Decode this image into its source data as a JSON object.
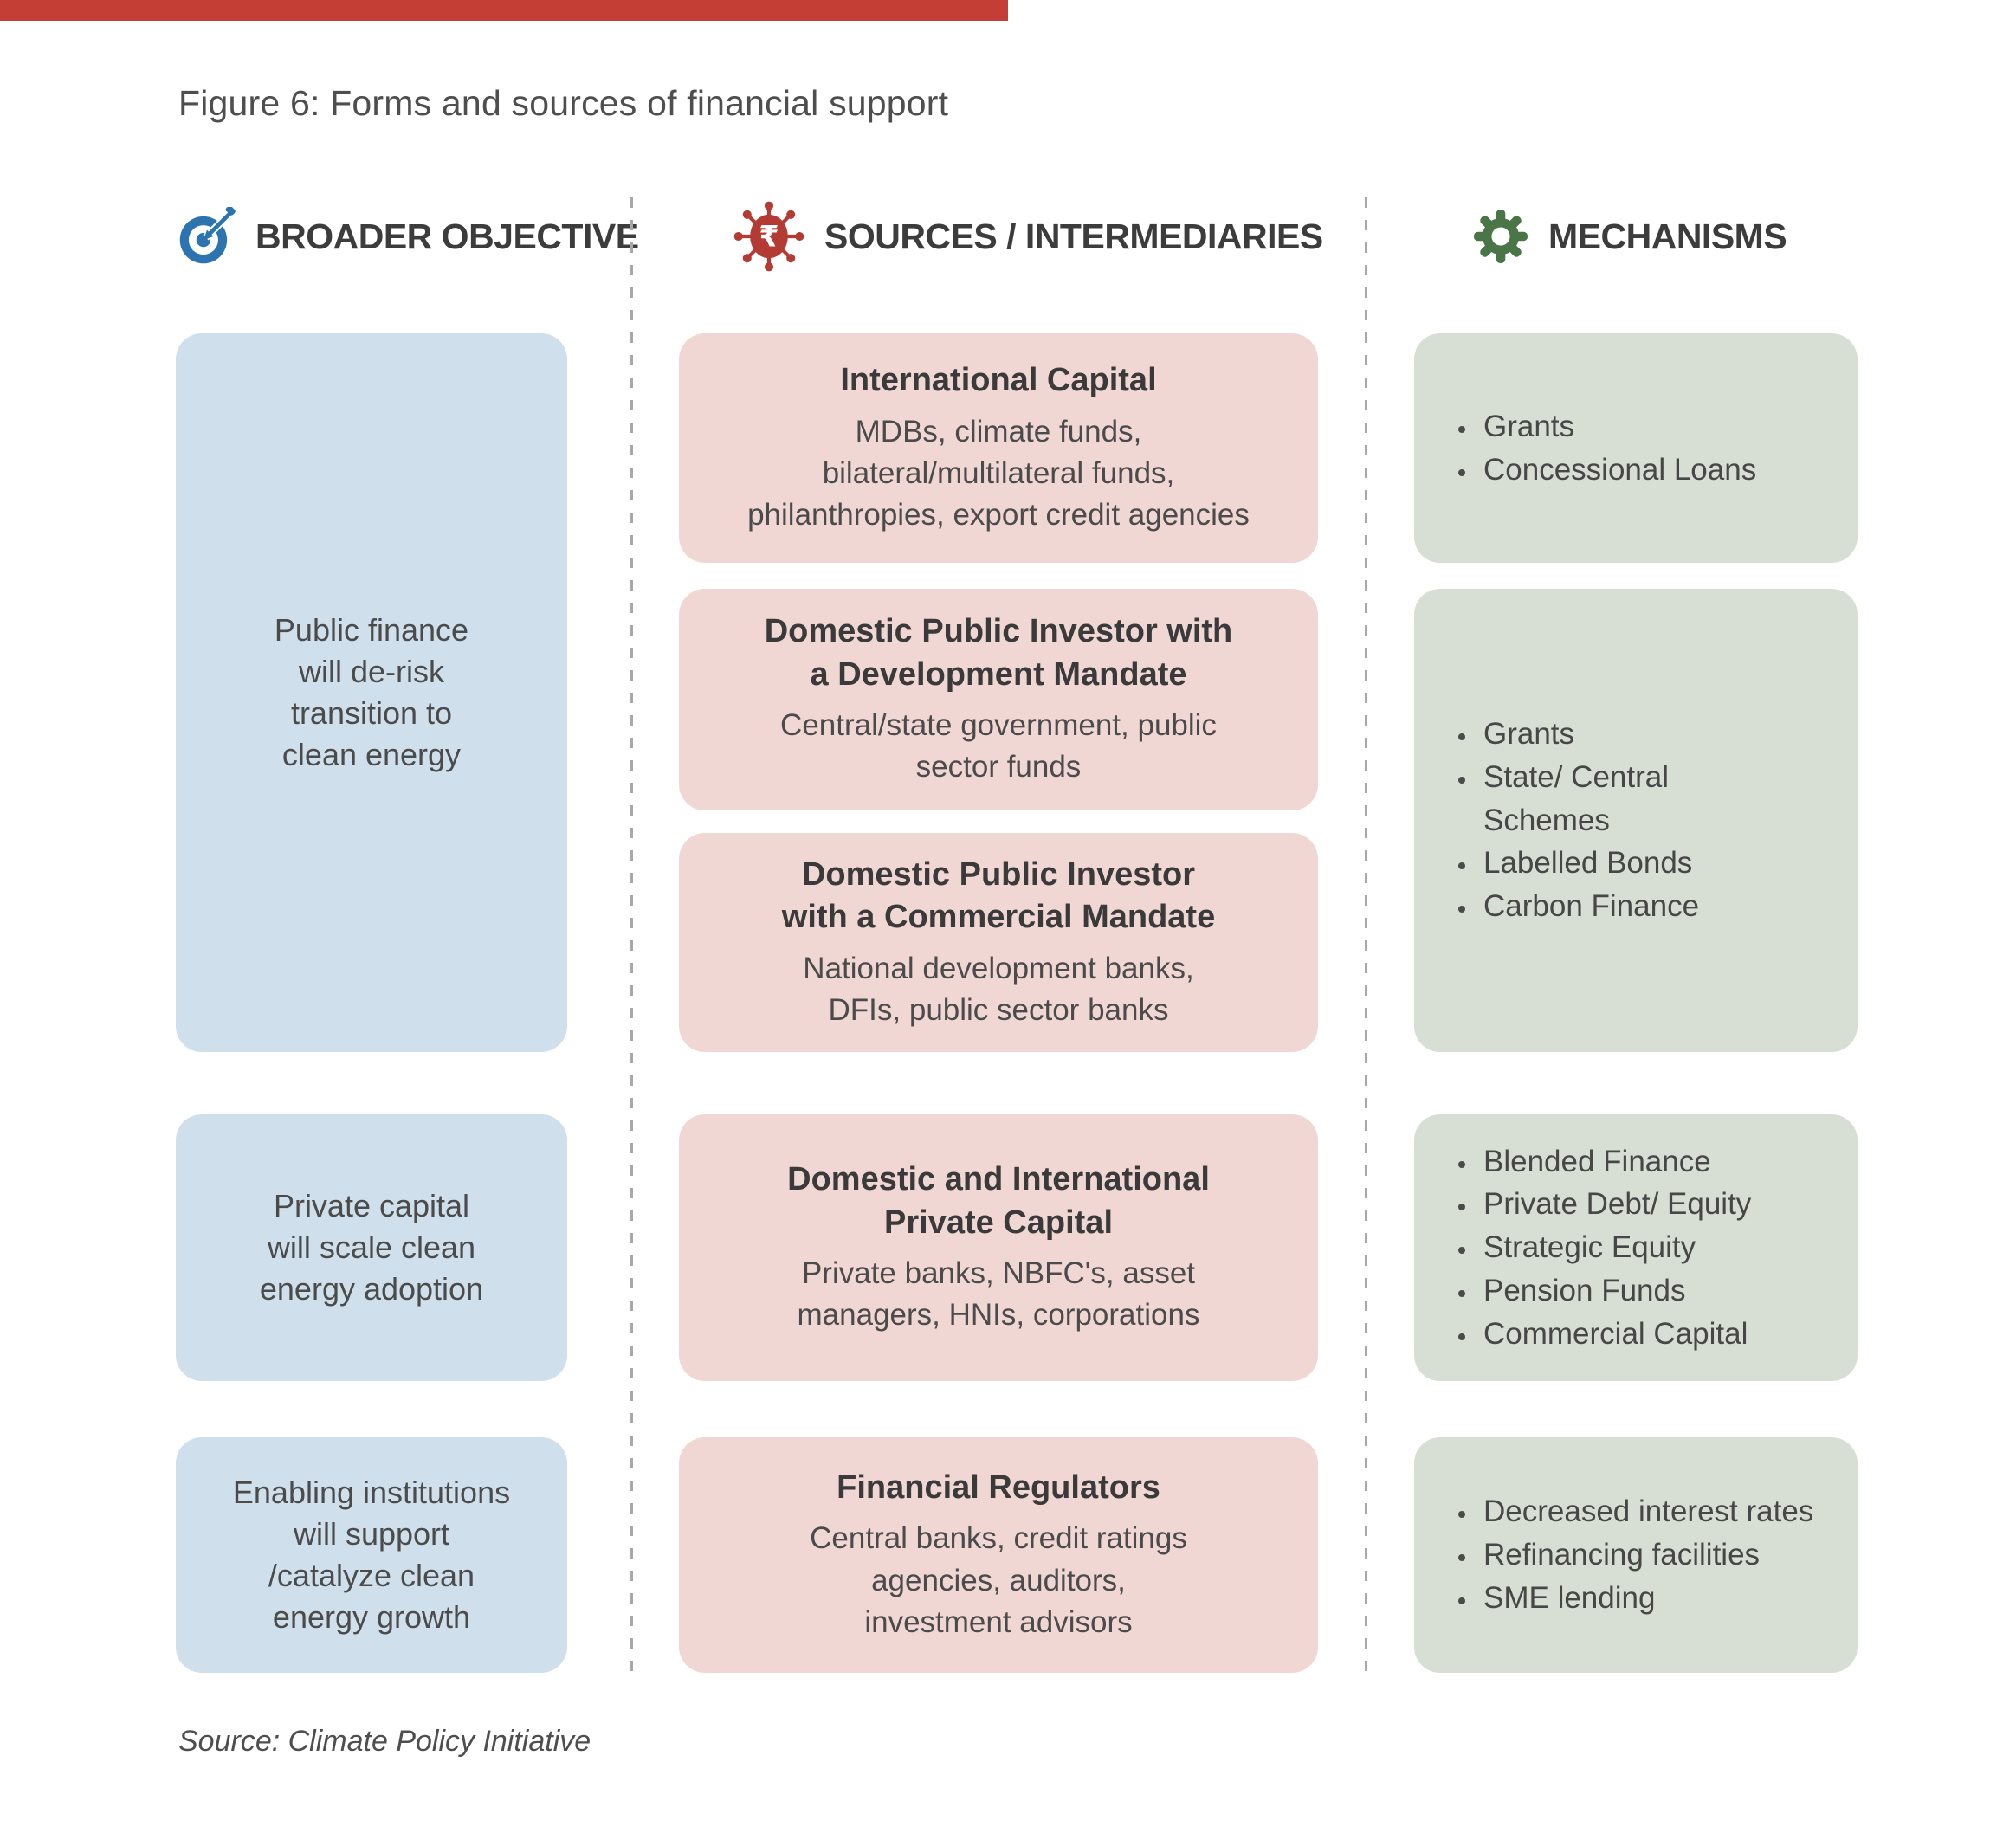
{
  "figure": {
    "title": "Figure 6: Forms and sources of financial support",
    "source": "Source: Climate Policy Initiative"
  },
  "columns": {
    "objective": {
      "header": "BROADER OBJECTIVE",
      "icon": "target-icon",
      "boxes": [
        "Public finance\nwill de-risk\ntransition to\nclean energy",
        "Private capital\nwill scale clean\nenergy adoption",
        "Enabling institutions\nwill support\n/catalyze clean\nenergy growth"
      ]
    },
    "sources": {
      "header": "SOURCES / INTERMEDIARIES",
      "icon": "rupee-coin-icon",
      "boxes": [
        {
          "title": "International Capital",
          "body": "MDBs, climate funds,\nbilateral/multilateral funds,\nphilanthropies, export credit agencies"
        },
        {
          "title": "Domestic Public Investor with\na Development Mandate",
          "body": "Central/state government, public\nsector funds"
        },
        {
          "title": "Domestic Public Investor\nwith a Commercial Mandate",
          "body": "National development banks,\nDFIs, public sector banks"
        },
        {
          "title": "Domestic and International\nPrivate Capital",
          "body": "Private banks, NBFC's, asset\nmanagers, HNIs, corporations"
        },
        {
          "title": "Financial Regulators",
          "body": "Central banks, credit ratings\nagencies, auditors,\ninvestment advisors"
        }
      ]
    },
    "mechanisms": {
      "header": "MECHANISMS",
      "icon": "gear-icon",
      "boxes": [
        {
          "items": [
            "Grants",
            "Concessional Loans"
          ]
        },
        {
          "items": [
            "Grants",
            "State/ Central\nSchemes",
            "Labelled Bonds",
            "Carbon Finance"
          ]
        },
        {
          "items": [
            "Blended Finance",
            "Private Debt/ Equity",
            "Strategic Equity",
            "Pension Funds",
            "Commercial Capital"
          ]
        },
        {
          "items": [
            "Decreased interest rates",
            "Refinancing facilities",
            "SME lending"
          ]
        }
      ]
    }
  },
  "colors": {
    "accent_bar": "#c53e35",
    "objective_box": "#cfe0ec",
    "sources_box": "#f1d7d4",
    "mechanisms_box": "#d7ded3",
    "icon_blue": "#2c74b0",
    "icon_red": "#b43b33",
    "icon_green": "#4a7547",
    "text_dark": "#3c3c3c"
  }
}
